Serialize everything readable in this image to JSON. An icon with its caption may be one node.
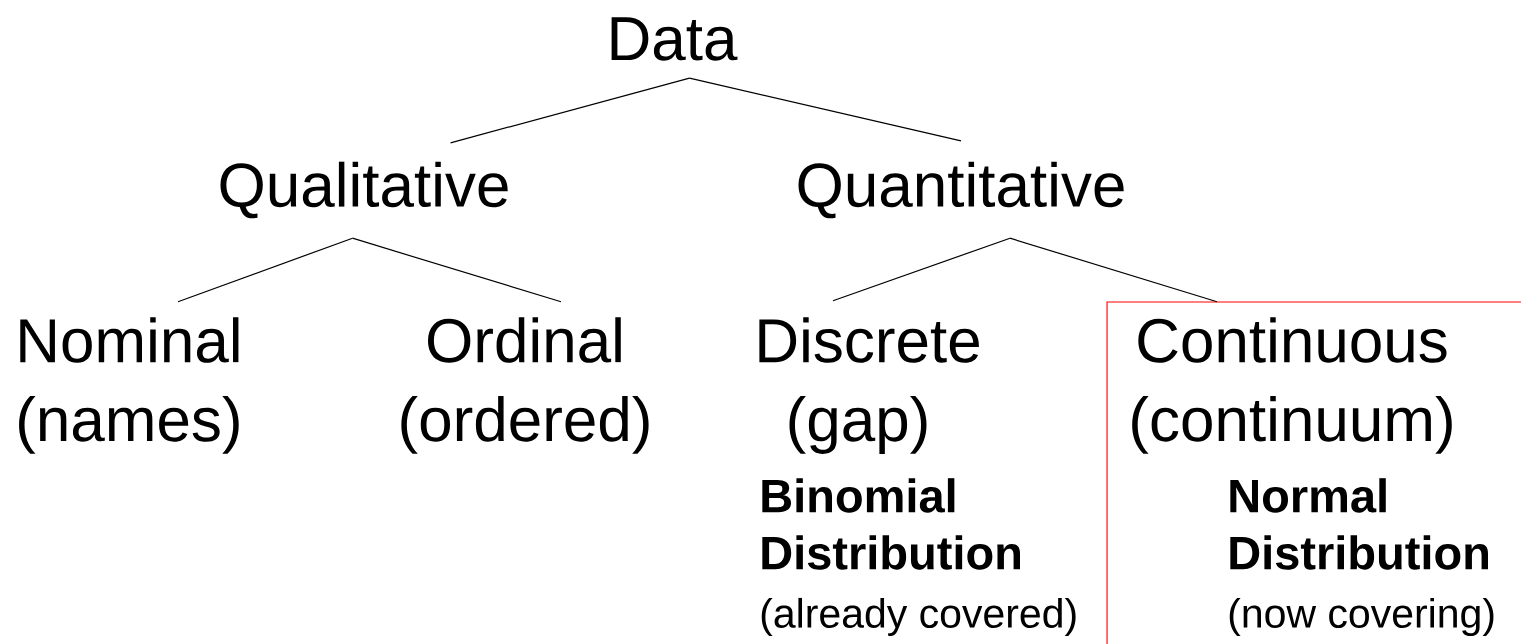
{
  "diagram": {
    "nodes": [
      {
        "text": [
          "Data"
        ]
      },
      {
        "text": [
          "Qualitative"
        ]
      },
      {
        "text": [
          "Quantitative"
        ]
      },
      {
        "text": [
          "Nominal",
          "(names)"
        ]
      },
      {
        "text": [
          "Ordinal",
          "(ordered)"
        ]
      },
      {
        "text": [
          "Discrete",
          "(gap)"
        ],
        "beside": [
          "Binomial Distribution",
          "(already covered)"
        ]
      },
      {
        "text": [
          "Continuous",
          "(continuum)",
          "Normal Distribution",
          "(now covering)"
        ]
      }
    ],
    "edges": [
      {
        "from": 0,
        "to": 1,
        "arrow": "none"
      },
      {
        "from": 0,
        "to": 2,
        "arrow": "none"
      },
      {
        "from": 1,
        "to": 3,
        "arrow": "none"
      },
      {
        "from": 1,
        "to": 4,
        "arrow": "none"
      },
      {
        "from": 2,
        "to": 5,
        "arrow": "none"
      },
      {
        "from": 2,
        "to": 6,
        "arrow": "none"
      }
    ]
  }
}
